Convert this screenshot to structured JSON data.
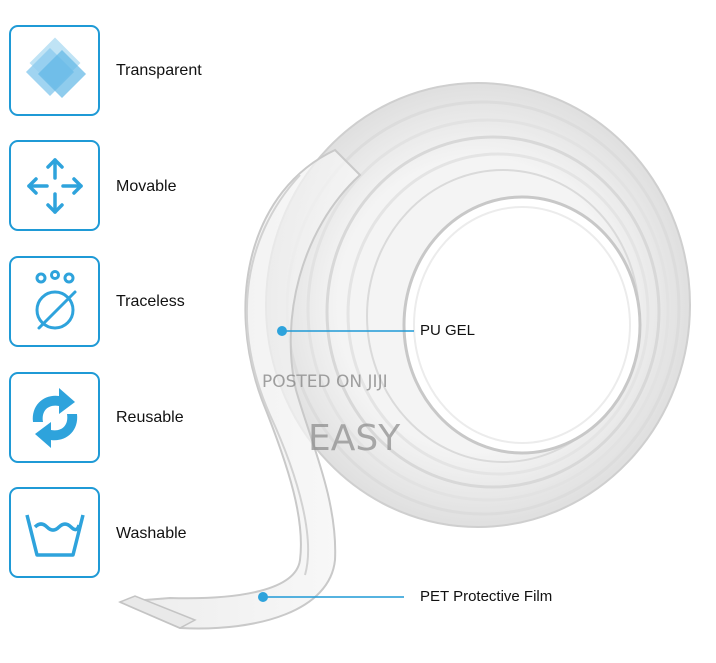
{
  "features": [
    {
      "label": "Transparent",
      "icon": "diamond-layers-icon"
    },
    {
      "label": "Movable",
      "icon": "four-arrows-icon"
    },
    {
      "label": "Traceless",
      "icon": "stain-removed-icon"
    },
    {
      "label": "Reusable",
      "icon": "recycle-arrows-icon"
    },
    {
      "label": "Washable",
      "icon": "wash-basin-icon"
    }
  ],
  "callouts": {
    "pu_gel": "PU GEL",
    "pet_film": "PET Protective Film"
  },
  "watermark": {
    "posted": "POSTED ON JIJI",
    "brand": "EASY"
  },
  "colors": {
    "accent": "#1f9ad6",
    "icon_fill": "#2ea3dc"
  }
}
